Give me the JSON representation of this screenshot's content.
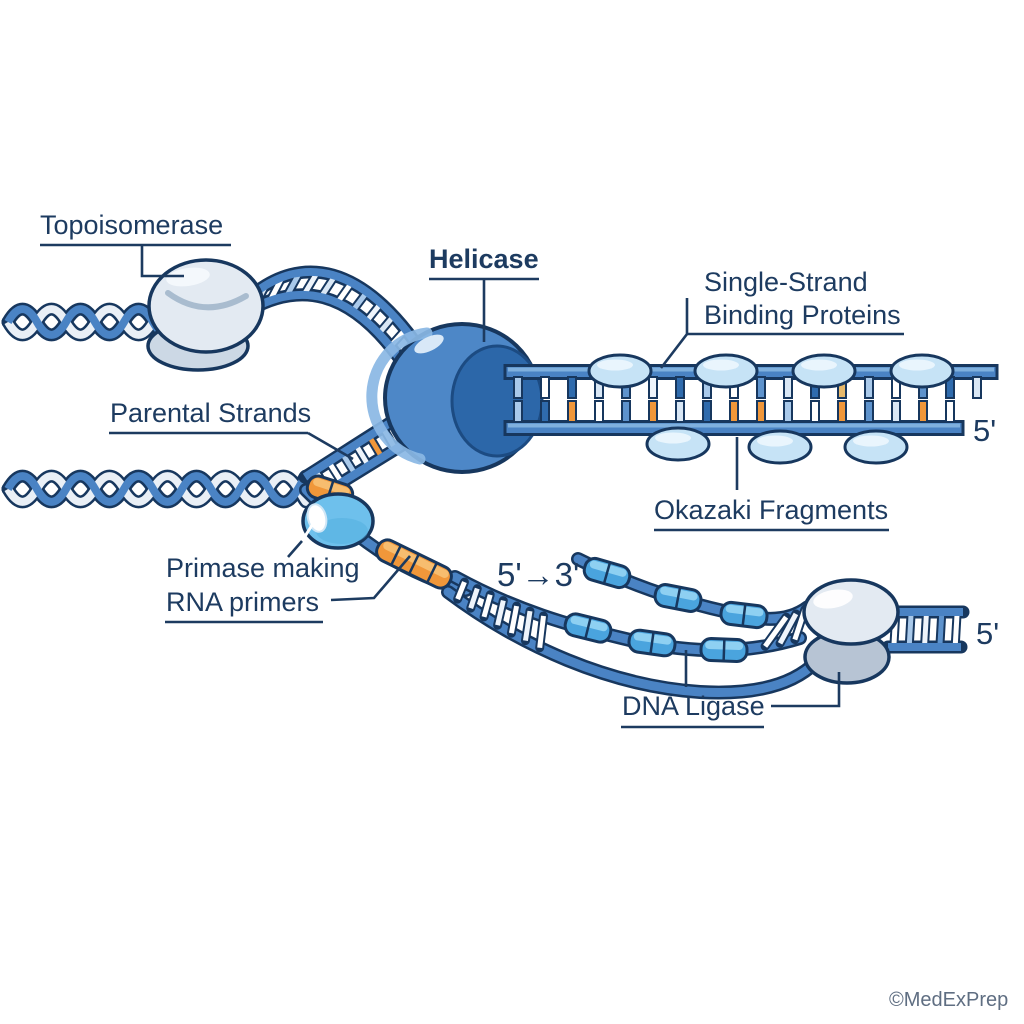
{
  "labels": {
    "topoisomerase": "Topoisomerase",
    "helicase": "Helicase",
    "ssb_line1": "Single-Strand",
    "ssb_line2": "Binding Proteins",
    "parental_strands": "Parental Strands",
    "primase_line1": "Primase making",
    "primase_line2": "RNA primers",
    "okazaki": "Okazaki Fragments",
    "dna_ligase": "DNA Ligase",
    "direction_5_to_3": "5'→3'",
    "five_prime_lagging": "5'",
    "five_prime_ligase": "5'"
  },
  "watermark": "©MedExPrep",
  "colors": {
    "background": "#ffffff",
    "text": "#1d3b60",
    "outline": "#17375e",
    "strand_blue": "#4a83c4",
    "strand_light": "#7fb0de",
    "pale_strand": "#e9eff6",
    "orange_primer": "#f0973a",
    "orange_light": "#f7bd6f",
    "fragment_blue": "#4aa4de",
    "fragment_light": "#8ed0f2",
    "ssb_fill": "#c6e3f6",
    "ssb_light": "#e9f5fd",
    "enzyme_gray": "#e3eaf2",
    "enzyme_shade": "#ccd8e5",
    "ligase_gray": "#b7c4d4",
    "helicase_blue": "#4d87c7",
    "helicase_dark": "#2c67a9",
    "helicase_light": "#8ab7e4",
    "primase_blue": "#6ec0ec",
    "watermark": "#5f6e82"
  }
}
